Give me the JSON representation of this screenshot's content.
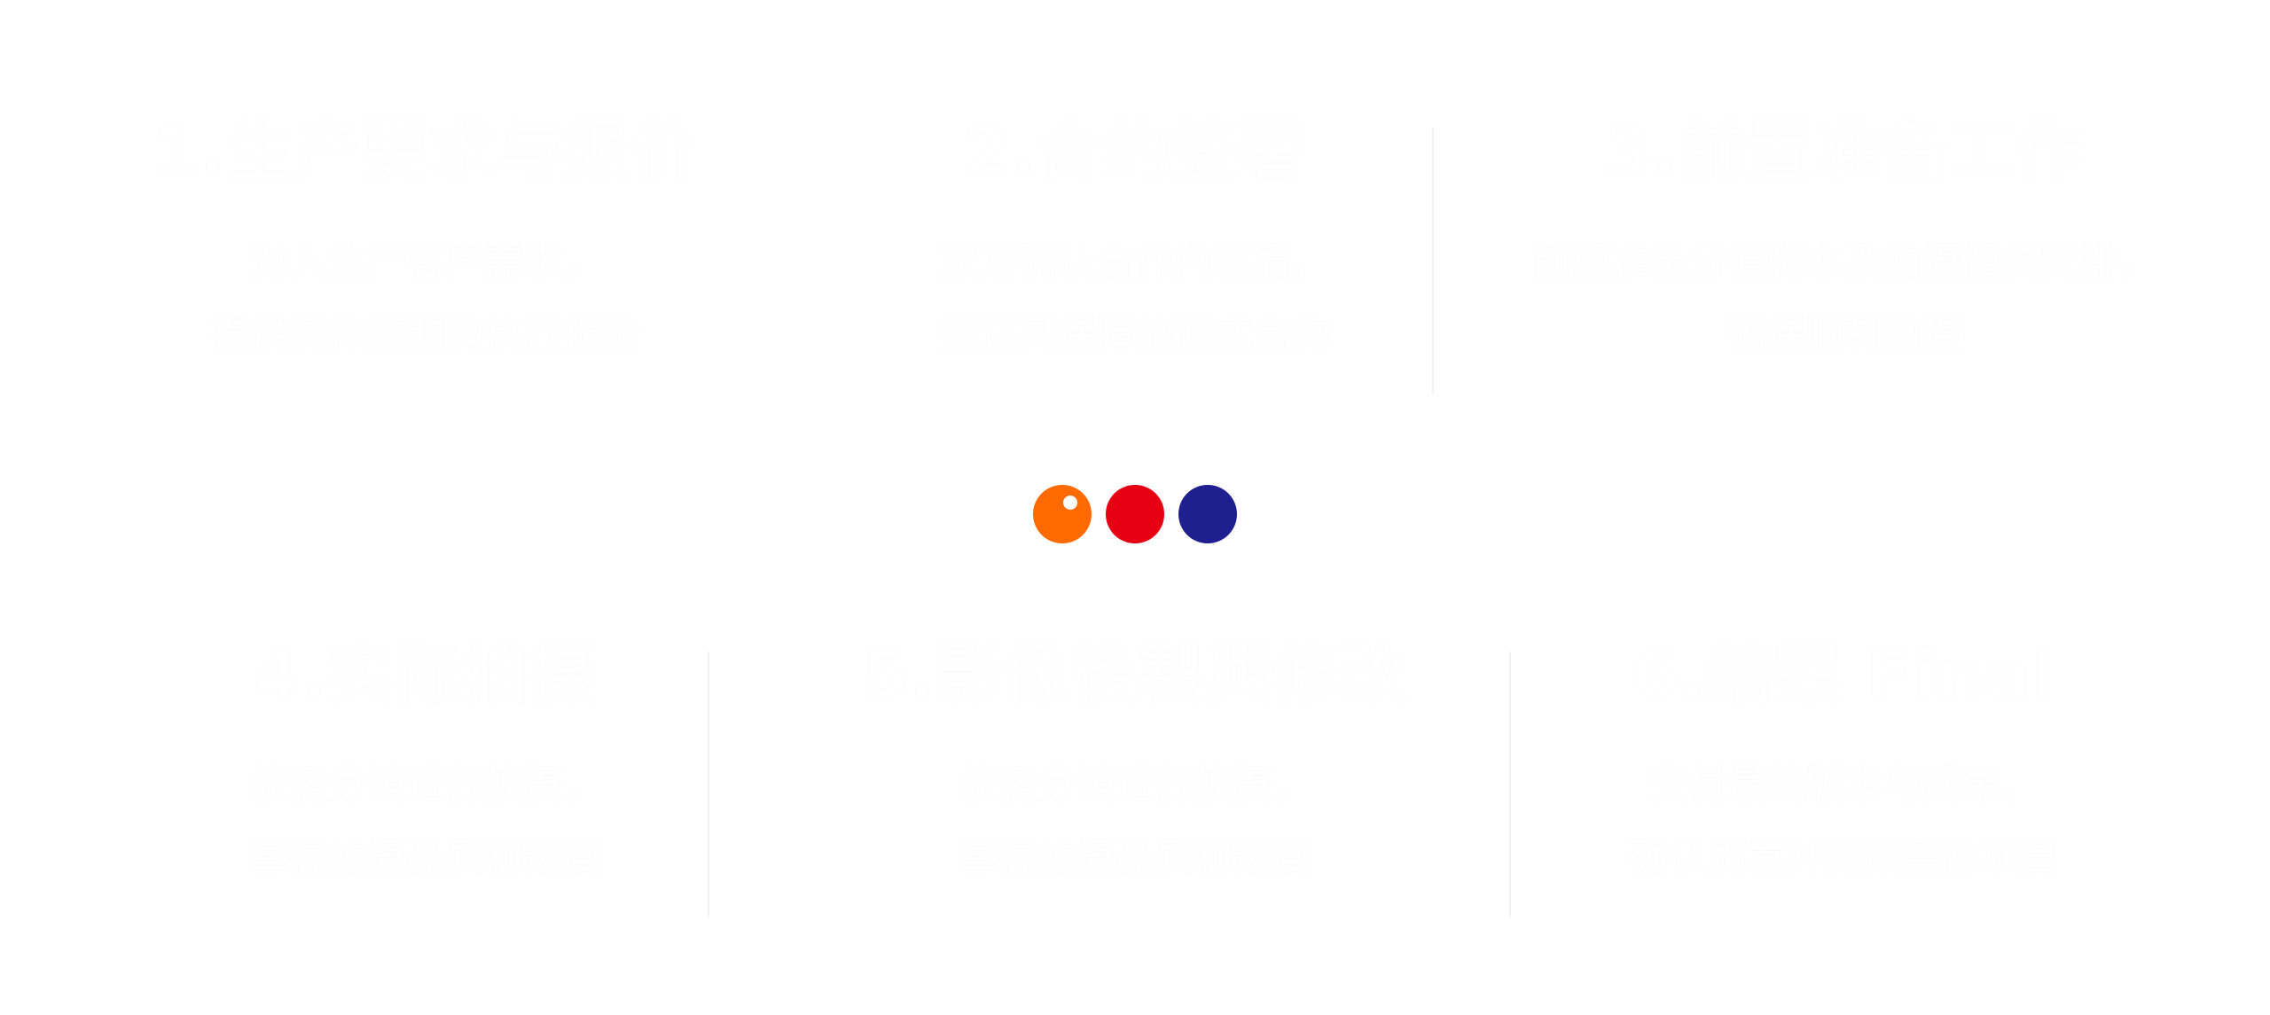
{
  "steps": {
    "step1": {
      "title": "1.生产要求与报价",
      "desc_line1": "对入生产客户需求，",
      "desc_line2": "提供具体透明的执行报价"
    },
    "step2": {
      "title": "2.合约签署",
      "desc_line1": "双方确认合作内容后，",
      "desc_line2": "签订具保障的正式合约"
    },
    "step3": {
      "title": "3.前置准备工作",
      "desc_line1": "前期准备分镜脚本及拍摄相关安排，",
      "desc_line2": "确保顺利拍摄"
    },
    "step4": {
      "title": "4.实际拍摄",
      "desc_line1": "依照分镜进行拍摄，",
      "desc_line2": "掌握拍摄品质和进度"
    },
    "step5": {
      "title": "5.影像後製與修改",
      "desc_line1": "依照分镜进行拍摄，",
      "desc_line2": "掌握拍摄品质和进度"
    },
    "step6": {
      "title": "6.结案 Final",
      "desc_line1": "交付最终版本与成果，",
      "desc_line2": "确认满意并完成整体项目"
    }
  },
  "dots": {
    "colors": [
      "#ff6a00",
      "#e60012",
      "#1f1f8f"
    ]
  }
}
